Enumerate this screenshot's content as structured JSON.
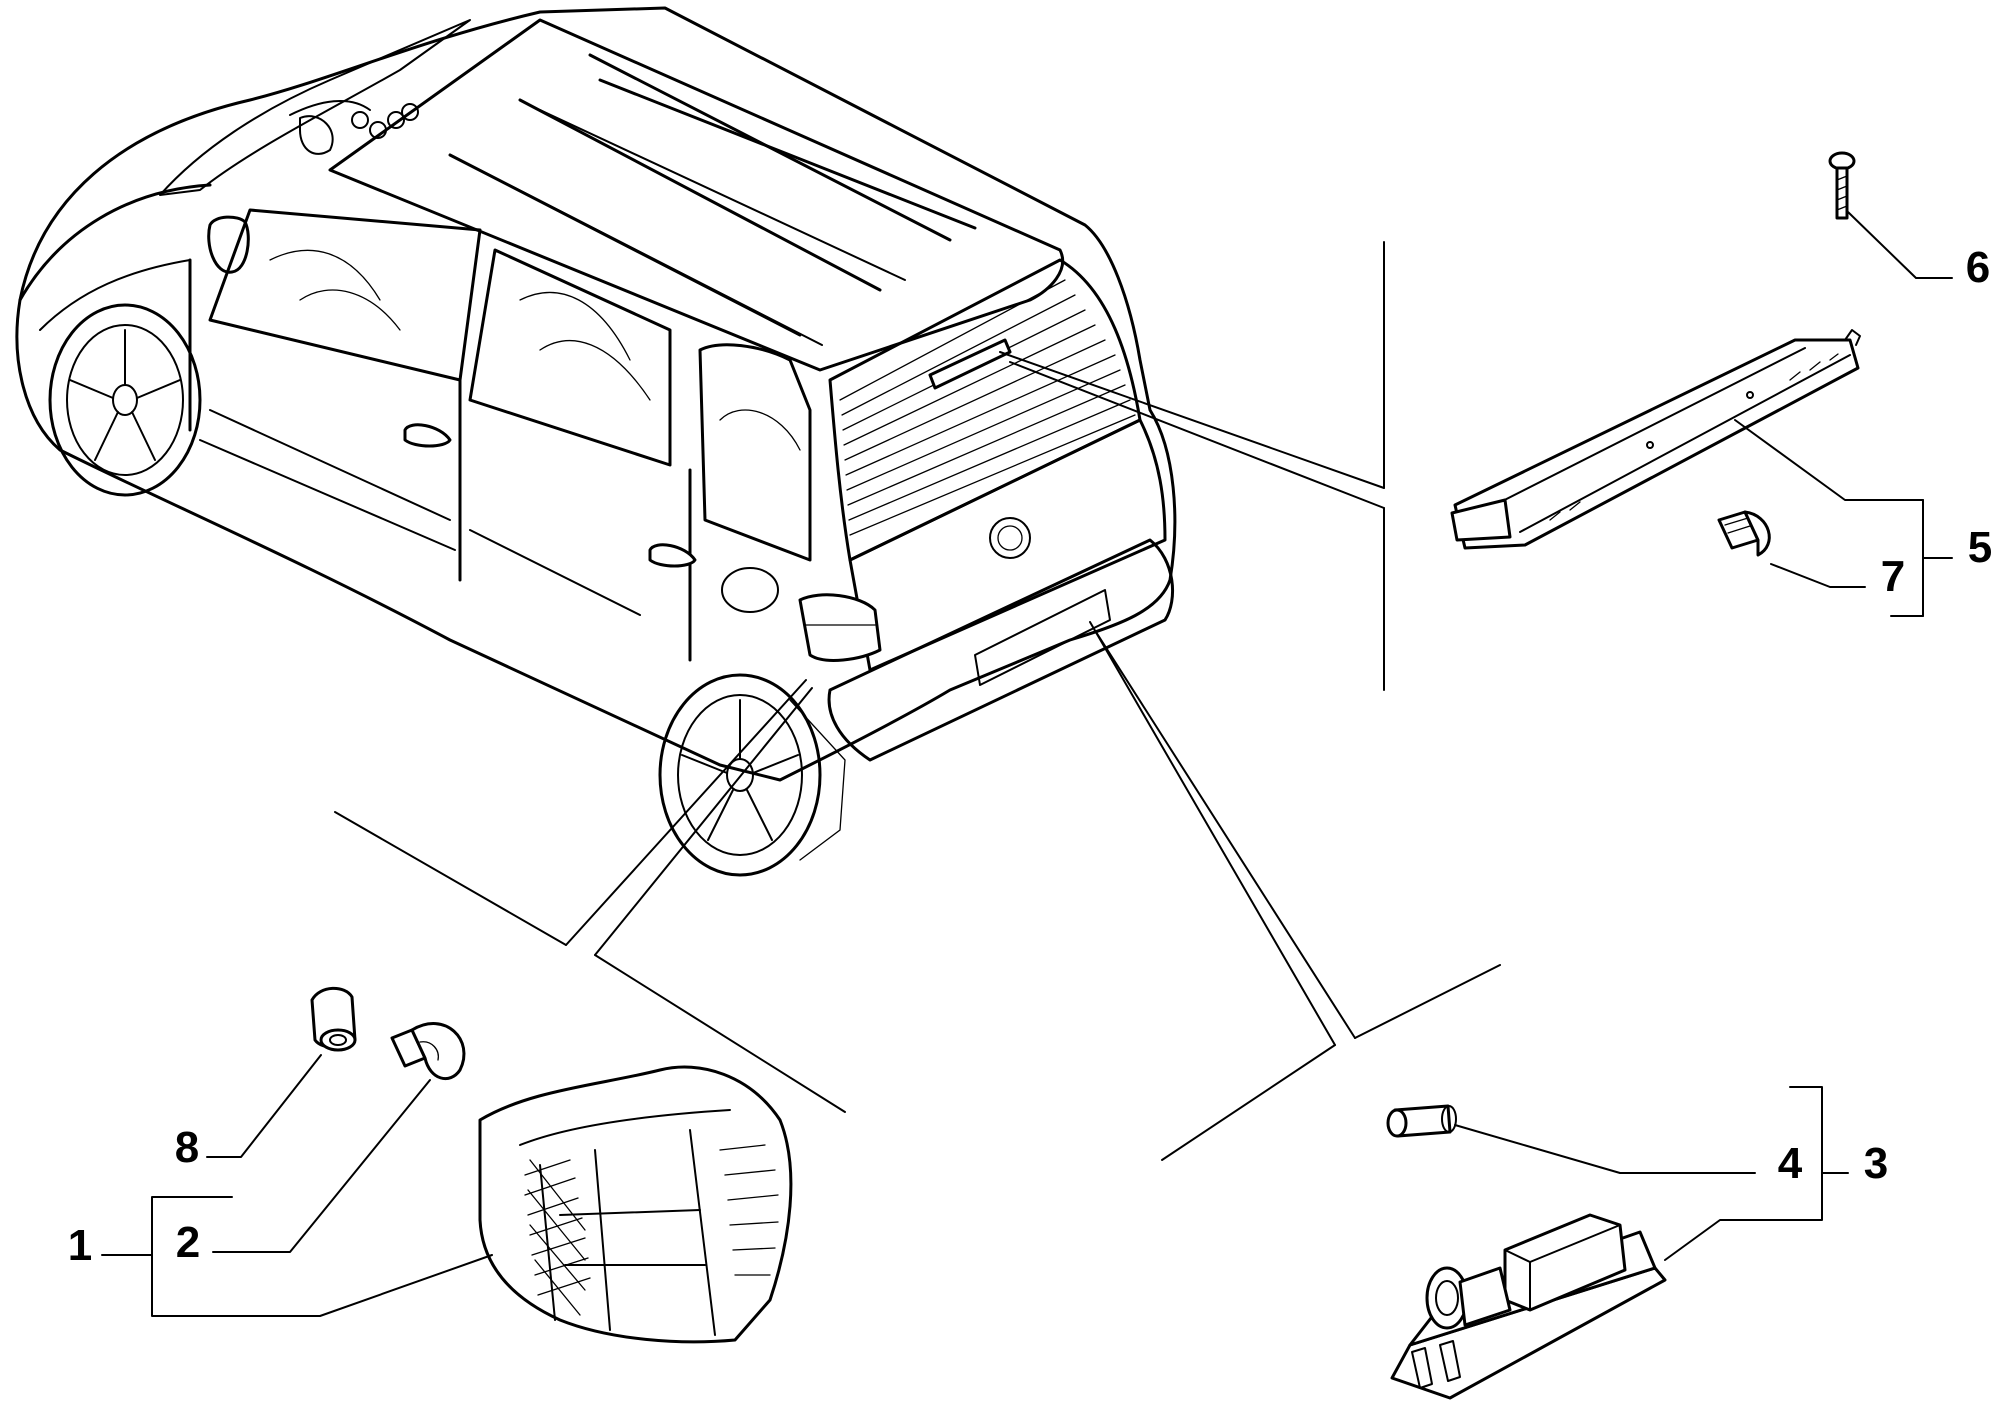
{
  "callouts": {
    "c1": "1",
    "c2": "2",
    "c3": "3",
    "c4": "4",
    "c5": "5",
    "c6": "6",
    "c7": "7",
    "c8": "8"
  },
  "parts": {
    "vehicle": "car-rear-view-icon",
    "tail_lamp": "tail-lamp-icon",
    "tail_bulb": "bulb-icon",
    "lamp_nut": "nut-icon",
    "plate_bulb": "festoon-bulb-icon",
    "plate_lamp": "license-plate-lamp-icon",
    "third_brake_light": "brake-light-bar-icon",
    "screw": "screw-icon",
    "wedge_bulb": "wedge-bulb-icon"
  }
}
